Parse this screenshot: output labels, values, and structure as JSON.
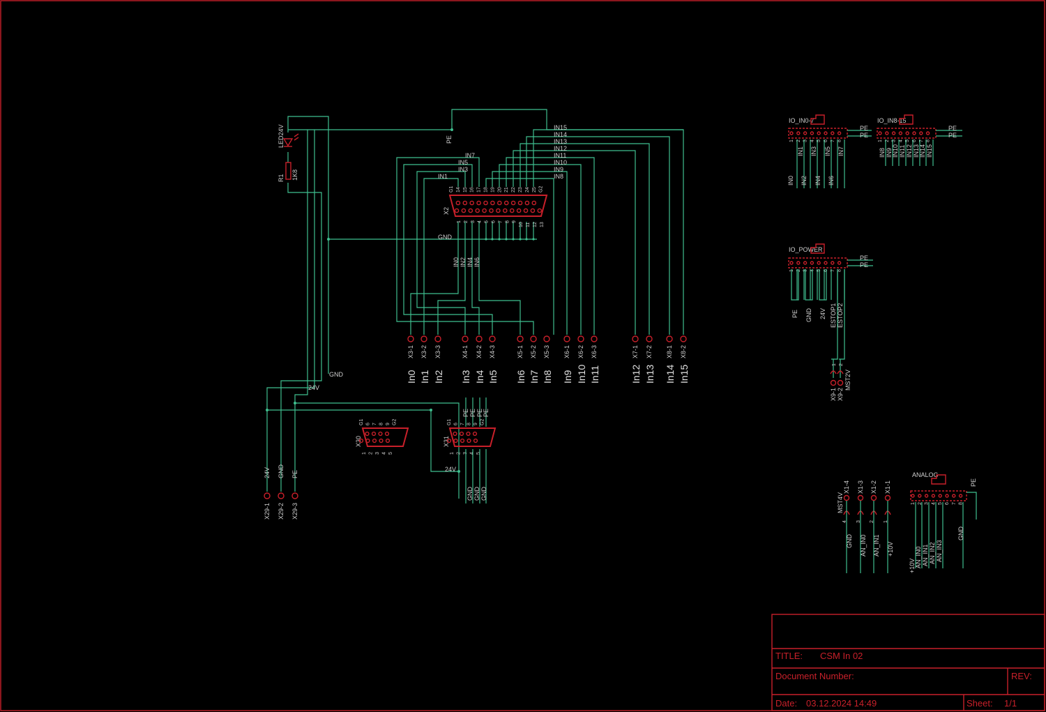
{
  "title_block": {
    "title_label": "TITLE:",
    "title_value": "CSM In 02",
    "document_number_label": "Document Number:",
    "rev_label": "REV:",
    "date_label": "Date:",
    "date_value": "03.12.2024 14:49",
    "sheet_label": "Sheet:",
    "sheet_value": "1/1"
  },
  "led": {
    "name": "LED24V",
    "resistor_name": "R1",
    "resistor_value": "1K8"
  },
  "connector_x2": {
    "name": "X2",
    "top_pins": [
      "G1",
      "14",
      "15",
      "16",
      "17",
      "18",
      "19",
      "20",
      "21",
      "22",
      "23",
      "24",
      "25",
      "G2"
    ],
    "bottom_pins": [
      "1",
      "2",
      "3",
      "4",
      "5",
      "6",
      "7",
      "8",
      "9",
      "10",
      "11",
      "12",
      "13"
    ]
  },
  "nets": {
    "pe": "PE",
    "gnd": "GND",
    "v24": "24V",
    "upper_inputs": [
      "IN15",
      "IN14",
      "IN13",
      "IN12",
      "IN11",
      "IN10",
      "IN9",
      "IN8"
    ],
    "left_inputs": [
      "IN7",
      "IN5",
      "IN3",
      "IN1"
    ],
    "mid_inputs": [
      "IN0",
      "IN2",
      "IN4",
      "IN6"
    ]
  },
  "terminals": [
    {
      "ref": "X3-1",
      "input": "In0"
    },
    {
      "ref": "X3-2",
      "input": "In1"
    },
    {
      "ref": "X3-3",
      "input": "In2"
    },
    {
      "ref": "X4-1",
      "input": "In3"
    },
    {
      "ref": "X4-2",
      "input": "In4"
    },
    {
      "ref": "X4-3",
      "input": "In5"
    },
    {
      "ref": "X5-1",
      "input": "In6"
    },
    {
      "ref": "X5-2",
      "input": "In7"
    },
    {
      "ref": "X5-3",
      "input": "In8"
    },
    {
      "ref": "X6-1",
      "input": "In9"
    },
    {
      "ref": "X6-2",
      "input": "In10"
    },
    {
      "ref": "X6-3",
      "input": "In11"
    },
    {
      "ref": "X7-1",
      "input": "In12"
    },
    {
      "ref": "X7-2",
      "input": "In13"
    },
    {
      "ref": "X8-1",
      "input": "In14"
    },
    {
      "ref": "X8-2",
      "input": "In15"
    }
  ],
  "power_terminals": [
    {
      "ref": "X29-1",
      "net": "24V"
    },
    {
      "ref": "X29-2",
      "net": "GND"
    },
    {
      "ref": "X29-3",
      "net": "PE"
    }
  ],
  "connector_x30": {
    "name": "X30",
    "top": [
      "G1",
      "6",
      "7",
      "8",
      "9",
      "G2"
    ],
    "bottom": [
      "1",
      "2",
      "3",
      "4",
      "5"
    ]
  },
  "connector_x31": {
    "name": "X31",
    "top": [
      "G1",
      "6",
      "7",
      "8",
      "9",
      "G2"
    ],
    "bottom": [
      "1",
      "2",
      "3",
      "4",
      "5"
    ],
    "top_nets": [
      "PE",
      "PE",
      "PE",
      "PE"
    ],
    "bottom_nets": [
      "GND",
      "GND",
      "GND"
    ],
    "v24": "24V"
  },
  "io_in0_7": {
    "name": "IO_IN0-7",
    "pins": [
      "1",
      "2",
      "3",
      "4",
      "5",
      "6",
      "7",
      "8"
    ],
    "top_nets": [
      "IN1",
      "IN3",
      "IN5",
      "IN7"
    ],
    "bottom_nets": [
      "IN0",
      "IN2",
      "IN4",
      "IN6"
    ],
    "pe": [
      "PE",
      "PE"
    ]
  },
  "io_in8_15": {
    "name": "IO_IN8-15",
    "pins": [
      "1",
      "2",
      "3",
      "4",
      "5",
      "6",
      "7",
      "8"
    ],
    "nets": [
      "IN8",
      "IN9",
      "IN10",
      "IN11",
      "IN12",
      "IN13",
      "IN14",
      "IN15"
    ],
    "pe": [
      "PE",
      "PE"
    ]
  },
  "io_power": {
    "name": "IO_POWER",
    "pins": [
      "1",
      "2",
      "3",
      "4",
      "5",
      "6",
      "7",
      "8"
    ],
    "nets": [
      "PE",
      "GND",
      "24V",
      "ESTOP1",
      "ESTOP2"
    ],
    "pe": [
      "PE",
      "PE"
    ]
  },
  "x9": {
    "refs": [
      "X9-1",
      "X9-2"
    ],
    "pins": [
      "1",
      "2"
    ],
    "part": "MST2V"
  },
  "x1": {
    "part": "MST4V",
    "refs": [
      "X1-4",
      "X1-3",
      "X1-2",
      "X1-1"
    ],
    "pins": [
      "4",
      "3",
      "2",
      "1"
    ],
    "nets": [
      "GND",
      "AN_IN0",
      "AN_IN1",
      "+10V"
    ]
  },
  "analog": {
    "name": "ANALOG",
    "pins": [
      "1",
      "2",
      "3",
      "4",
      "5",
      "6",
      "7",
      "8"
    ],
    "nets": [
      "+10V",
      "AN_IN0",
      "AN_IN1",
      "AN_IN2",
      "AN_IN3",
      "GND"
    ],
    "pe": "PE"
  }
}
